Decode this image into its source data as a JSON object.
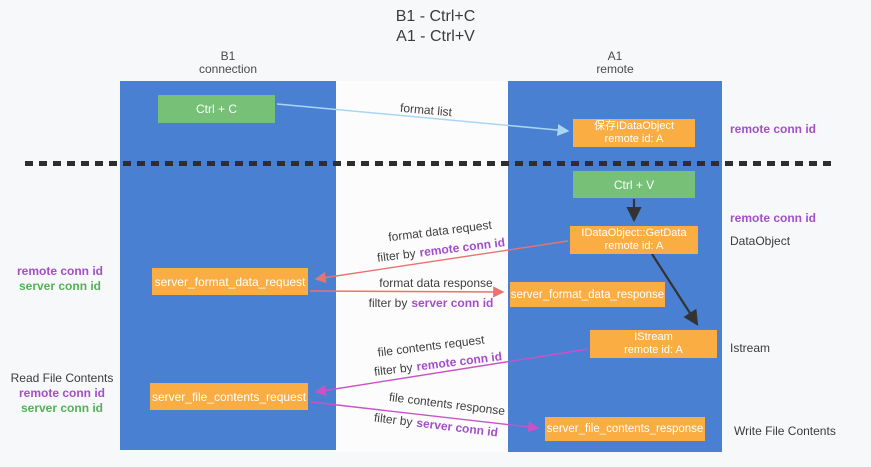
{
  "title": {
    "line1": "B1 - Ctrl+C",
    "line2": "A1 - Ctrl+V"
  },
  "lanes": {
    "left": {
      "title": "B1",
      "subtitle": "connection"
    },
    "right": {
      "title": "A1",
      "subtitle": "remote"
    }
  },
  "nodes": {
    "ctrl_c": {
      "label": "Ctrl + C"
    },
    "save_dataobject": {
      "line1": "保存IDataObject",
      "line2": "remote id: A"
    },
    "ctrl_v": {
      "label": "Ctrl + V"
    },
    "getdata": {
      "line1": "IDataObject::GetData",
      "line2": "remote id: A"
    },
    "format_request": {
      "label": "server_format_data_request"
    },
    "format_response": {
      "label": "server_format_data_response"
    },
    "istream": {
      "line1": "IStream",
      "line2": "remote id: A"
    },
    "file_request": {
      "label": "server_file_contents_request"
    },
    "file_response": {
      "label": "server_file_contents_response"
    }
  },
  "edges": {
    "format_list": "format list",
    "format_data_request": "format data request",
    "format_data_response": "format data response",
    "file_contents_request": "file contents request",
    "file_contents_response": "file contents response",
    "filter_by": "filter by",
    "remote_conn_id": "remote conn id",
    "server_conn_id": "server conn id"
  },
  "annotations": {
    "remote_conn_id": "remote conn id",
    "server_conn_id": "server conn id",
    "dataobject": "DataObject",
    "istream": "Istream",
    "read_file_contents": "Read File Contents",
    "write_file_contents": "Write File Contents"
  },
  "colors": {
    "lane_blue": "#4a80d2",
    "node_green": "#77c078",
    "node_orange": "#f9ad42",
    "arrow_blue": "#a8d7f3",
    "arrow_salmon": "#e8736f",
    "arrow_magenta": "#cb52c6",
    "label_purple": "#a34fc9",
    "label_green": "#53b156"
  }
}
